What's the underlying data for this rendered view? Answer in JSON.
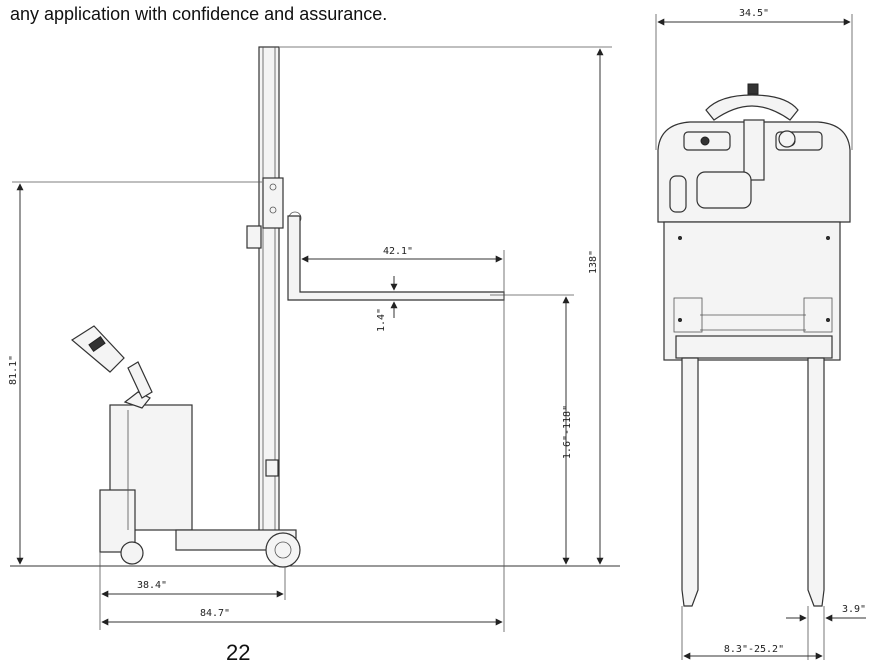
{
  "intro_text": "any application with confidence and assurance.",
  "page_number": "22",
  "dimensions": {
    "overall_height": "138\"",
    "lowered_mast_height": "81.1\"",
    "fork_length": "42.1\"",
    "fork_thickness": "1.4\"",
    "lift_height_range": "1.6\"-118\"",
    "base_length": "38.4\"",
    "overall_length": "84.7\"",
    "overall_width": "34.5\"",
    "fork_width": "3.9\"",
    "fork_spread_range": "8.3\"-25.2\""
  }
}
